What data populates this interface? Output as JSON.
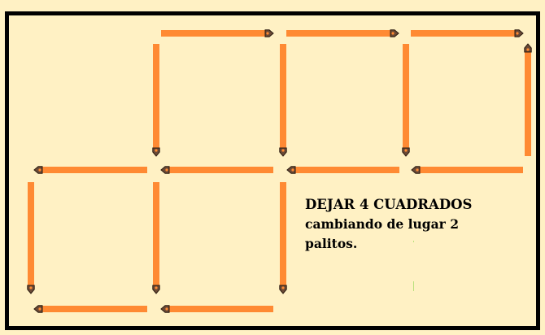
{
  "puzzle": {
    "title": "DEJAR 4 CUADRADOS",
    "line_1": "cambiando de lugar 2",
    "line_2": "palitos."
  },
  "colors": {
    "background": "#fff1c4",
    "frame": "#000000",
    "match_body": "#ff8a33",
    "match_head": "#6b4a36"
  }
}
